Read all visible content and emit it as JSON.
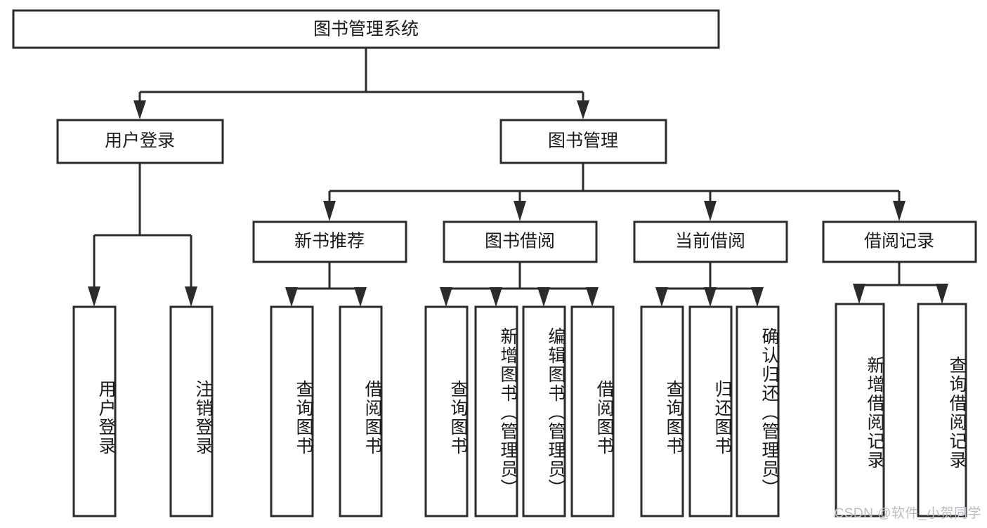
{
  "diagram": {
    "title": "图书管理系统",
    "type": "tree-hierarchy-functional-structure",
    "root": {
      "label": "图书管理系统"
    },
    "level2": [
      {
        "label": "用户登录"
      },
      {
        "label": "图书管理"
      }
    ],
    "level3": [
      {
        "label": "新书推荐"
      },
      {
        "label": "图书借阅"
      },
      {
        "label": "当前借阅"
      },
      {
        "label": "借阅记录"
      }
    ],
    "leaves": {
      "user_login": [
        {
          "label": "用户登录"
        },
        {
          "label": "注销登录"
        }
      ],
      "new_book_recommend": [
        {
          "label": "查询图书"
        },
        {
          "label": "借阅图书"
        }
      ],
      "book_borrow": [
        {
          "label": "查询图书"
        },
        {
          "label": "新增图书（管理员）"
        },
        {
          "label": "编辑图书（管理员）"
        },
        {
          "label": "借阅图书"
        }
      ],
      "current_borrow": [
        {
          "label": "查询图书"
        },
        {
          "label": "归还图书"
        },
        {
          "label": "确认归还（管理员）"
        }
      ],
      "borrow_record": [
        {
          "label": "新增借阅记录"
        },
        {
          "label": "查询借阅记录"
        }
      ]
    }
  },
  "watermark": {
    "text": "CSDN @软件_小贺同学"
  },
  "colors": {
    "stroke": "#2b2b2b",
    "fill": "#ffffff",
    "text": "#1a1a1a",
    "watermark": "#b9bcc0"
  }
}
